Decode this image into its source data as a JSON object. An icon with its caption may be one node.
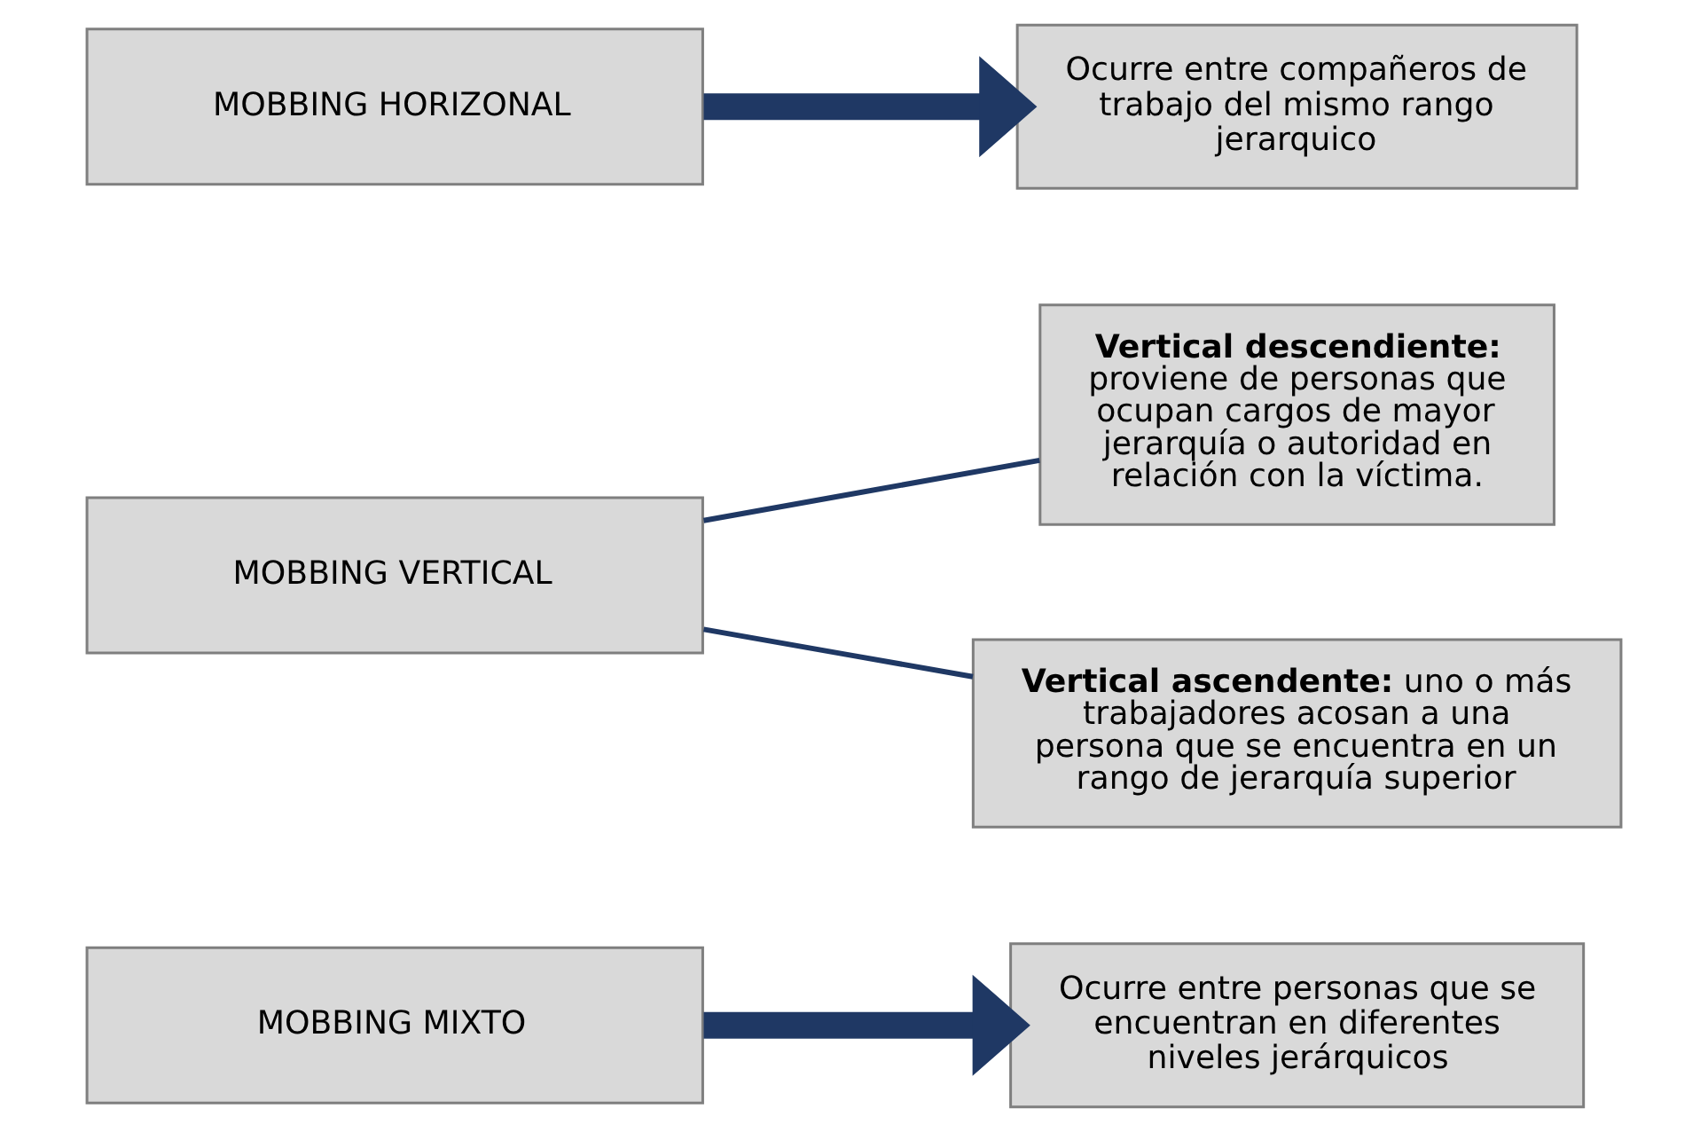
{
  "diagram": {
    "nodes": [
      {
        "text": [
          "MOBBING HORIZONAL"
        ]
      },
      {
        "text": [
          "Ocurre entre compañeros de trabajo del mismo rango jerarquico"
        ]
      },
      {
        "text": [
          "MOBBING VERTICAL"
        ]
      },
      {
        "text": [
          "**Vertical ascendente:** uno o más trabajadores acosan a una persona que se encuentra en un rango de jerarquía superior"
        ]
      },
      {
        "text": [
          "**Vertical descendiente:** proviene de personas que ocupan cargos de mayor jerarquía o autoridad en relación con la víctima."
        ]
      },
      {
        "text": [
          "MOBBING MIXTO"
        ]
      },
      {
        "text": [
          "Ocurre entre personas que se encuentran en diferentes niveles jerárquicos"
        ]
      }
    ],
    "edges": [
      {
        "from": 0,
        "to": 1,
        "arrow": "to",
        "style": "thick"
      },
      {
        "from": 2,
        "to": 3,
        "arrow": "none"
      },
      {
        "from": 2,
        "to": 4,
        "arrow": "none"
      },
      {
        "from": 5,
        "to": 6,
        "arrow": "to",
        "style": "thick"
      }
    ]
  }
}
